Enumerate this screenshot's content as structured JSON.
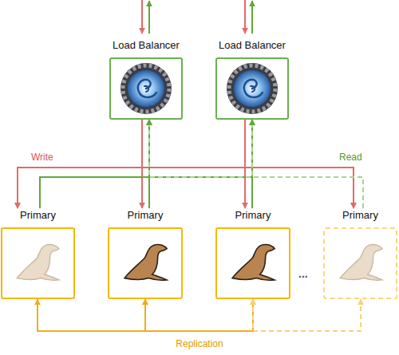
{
  "diagram": {
    "nodes": [
      {
        "text": [
          "Load Balancer"
        ]
      },
      {
        "text": [
          "Load Balancer"
        ]
      },
      {
        "text": [
          "Primary"
        ]
      },
      {
        "text": [
          "Primary"
        ]
      },
      {
        "text": [
          "Primary"
        ]
      },
      {
        "text": [
          "Primary"
        ]
      }
    ],
    "edges": [
      {
        "from": 0,
        "to": 3,
        "arrow": "to"
      },
      {
        "from": 1,
        "to": 4,
        "arrow": "to"
      },
      {
        "from": 0,
        "to": 2,
        "arrow": "to"
      },
      {
        "from": 0,
        "to": 5,
        "arrow": "to"
      },
      {
        "from": 1,
        "to": 2,
        "arrow": "to"
      },
      {
        "from": 1,
        "to": 5,
        "arrow": "to"
      },
      {
        "from": 3,
        "to": 0,
        "arrow": "to"
      },
      {
        "from": 4,
        "to": 1,
        "arrow": "to"
      },
      {
        "from": 2,
        "to": 0,
        "arrow": "to"
      },
      {
        "from": 2,
        "to": 1,
        "arrow": "to"
      },
      {
        "from": 5,
        "to": 0,
        "arrow": "to"
      },
      {
        "from": 5,
        "to": 1,
        "arrow": "to"
      },
      {
        "from": 2,
        "to": 3,
        "arrow": "both"
      },
      {
        "from": 3,
        "to": 4,
        "arrow": "both"
      },
      {
        "from": 4,
        "to": 5,
        "arrow": "both"
      }
    ],
    "labels": [
      "Write",
      "Read",
      "...",
      "Replication"
    ]
  }
}
